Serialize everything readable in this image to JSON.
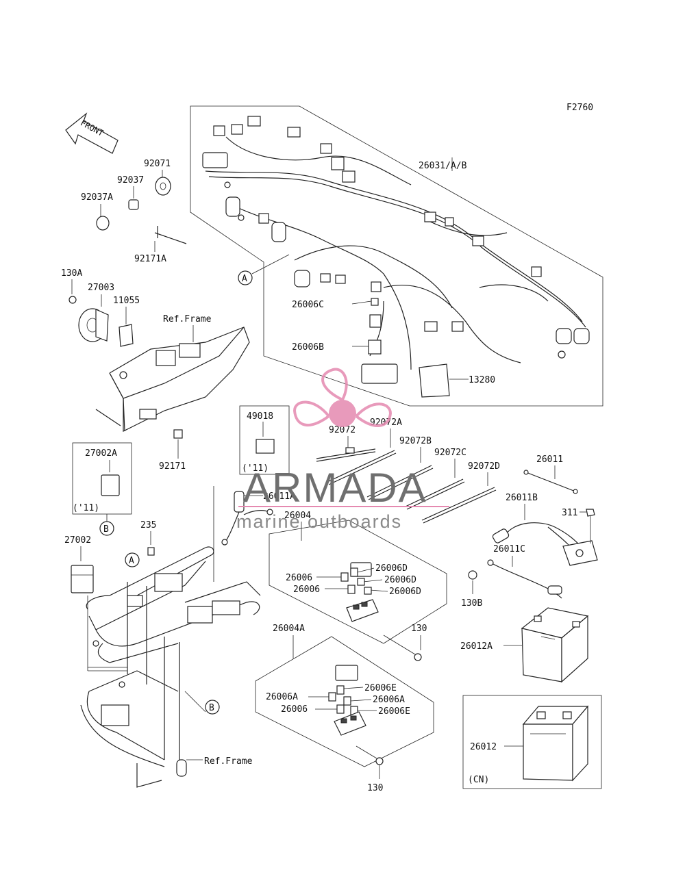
{
  "figure_code": "F2760",
  "front_label": "FRONT",
  "watermark": {
    "title": "ARMADA",
    "subtitle": "marine outboards",
    "logo_color": "#e589b0",
    "line_color": "#e589b0"
  },
  "callouts": {
    "c26031": "26031/A/B",
    "c92071": "92071",
    "c92037": "92037",
    "c92037A": "92037A",
    "c92171A": "92171A",
    "c130A": "130A",
    "c27003": "27003",
    "c11055": "11055",
    "c26006C": "26006C",
    "c26006B": "26006B",
    "c13280": "13280",
    "c49018": "49018",
    "c11a": "('11)",
    "c92072": "92072",
    "c92072A": "92072A",
    "c92072B": "92072B",
    "c92072C": "92072C",
    "c92072D": "92072D",
    "c26011": "26011",
    "c27002A": "27002A",
    "c11b": "('11)",
    "c26011A": "26011A",
    "c26011B": "26011B",
    "c311": "311",
    "c92171": "92171",
    "c235": "235",
    "c27002": "27002",
    "c26004": "26004",
    "c26006a1": "26006",
    "c26006D1": "26006D",
    "c26006D2": "26006D",
    "c26006a2": "26006",
    "c26006D3": "26006D",
    "c26011C": "26011C",
    "c130B": "130B",
    "c130a": "130",
    "c26004A": "26004A",
    "c26012A": "26012A",
    "c26006E1": "26006E",
    "c26006A1": "26006A",
    "c26006A2": "26006A",
    "c26006b1": "26006",
    "c26006E2": "26006E",
    "c26012": "26012",
    "cCN": "(CN)",
    "c130b": "130",
    "ref_frame_1": "Ref.Frame",
    "ref_frame_2": "Ref.Frame"
  },
  "markers": {
    "a1": "A",
    "a2": "A",
    "b1": "B",
    "b2": "B"
  }
}
